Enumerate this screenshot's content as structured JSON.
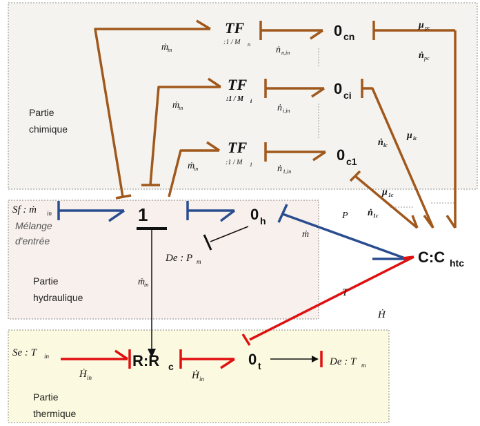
{
  "regions": {
    "chimique": {
      "line1": "Partie",
      "line2": "chimique"
    },
    "hydraulique": {
      "line1": "Partie",
      "line2": "hydraulique"
    },
    "thermique": {
      "line1": "Partie",
      "line2": "thermique"
    }
  },
  "nodes": {
    "junction_1": "1",
    "zero_h": "0",
    "zero_h_sub": "h",
    "zero_t": "0",
    "zero_t_sub": "t",
    "zero_cn": "0",
    "zero_cn_sub": "cn",
    "zero_ci": "0",
    "zero_ci_sub": "ci",
    "zero_c1": "0",
    "zero_c1_sub": "c1",
    "capacitor": "C:C",
    "capacitor_sub": "htc",
    "resistor": "R:R",
    "resistor_sub": "c"
  },
  "transformers": {
    "tf_n": {
      "name": "TF",
      "ratio": ":1 / M",
      "ratio_sub": "n"
    },
    "tf_i": {
      "name": "TF",
      "ratio": ":1 / M",
      "ratio_sub": "i"
    },
    "tf_1": {
      "name": "TF",
      "ratio": ":1 / M",
      "ratio_sub": "1"
    }
  },
  "sources": {
    "sf": "Sf : ṁ",
    "sf_sub": "in",
    "sf_caption1": "Mélange",
    "sf_caption2": "d'entrée",
    "se": "Se : T",
    "se_sub": "in"
  },
  "detectors": {
    "de_p": "De : P",
    "de_p_sub": "m",
    "de_t": "De : T",
    "de_t_sub": "m"
  },
  "bond_labels": {
    "mdot": "ṁ",
    "mdot_sub": "in",
    "n_nin": "ṅ",
    "n_nin_sub": "n,in",
    "n_iin": "ṅ",
    "n_iin_sub": "i,in",
    "n_1in": "ṅ",
    "n_1in_sub": "1,in",
    "mu_pc": "μ",
    "mu_pc_sub": "pc",
    "n_pc": "ṅ",
    "n_pc_sub": "pc",
    "mu_ic": "μ",
    "mu_ic_sub": "ic",
    "n_ic": "ṅ",
    "n_ic_sub": "ic",
    "mu_1c": "μ",
    "mu_1c_sub": "1c",
    "n_1c": "ṅ",
    "n_1c_sub": "1c",
    "P": "P",
    "m_h": "ṁ",
    "T": "T",
    "H": "Ḣ",
    "H_in": "Ḣ",
    "H_in_sub": "in"
  },
  "colors": {
    "chemical": "#a0581c",
    "hydraulic": "#2a4d8f",
    "thermal": "#e01010",
    "chem_bg": "#f4f3ef",
    "hyd_bg": "#f7f0ec",
    "therm_bg": "#fbfae0"
  }
}
